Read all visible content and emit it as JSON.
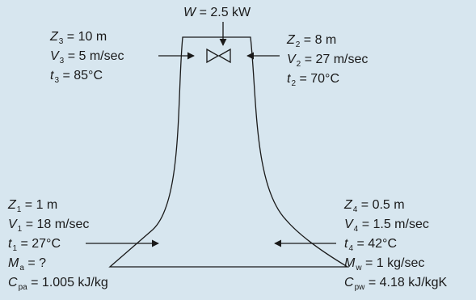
{
  "colors": {
    "background": "#d7e6ef",
    "ink": "#1a1a1a"
  },
  "work": {
    "symbol": "W",
    "value": "= 2.5 kW"
  },
  "stations": [
    {
      "position": "top-left",
      "lines": [
        {
          "symbol": "Z",
          "sub": "3",
          "value": "= 10 m"
        },
        {
          "symbol": "V",
          "sub": "3",
          "value": "= 5 m/sec"
        },
        {
          "symbol": "t",
          "sub": "3",
          "value": "= 85°C"
        }
      ]
    },
    {
      "position": "top-right",
      "lines": [
        {
          "symbol": "Z",
          "sub": "2",
          "value": "= 8 m"
        },
        {
          "symbol": "V",
          "sub": "2",
          "value": "= 27 m/sec"
        },
        {
          "symbol": "t",
          "sub": "2",
          "value": "= 70°C"
        }
      ]
    },
    {
      "position": "bottom-left",
      "lines": [
        {
          "symbol": "Z",
          "sub": "1",
          "value": "= 1 m"
        },
        {
          "symbol": "V",
          "sub": "1",
          "value": "= 18 m/sec"
        },
        {
          "symbol": "t",
          "sub": "1",
          "value": "= 27°C"
        },
        {
          "symbol": "M",
          "sub": "a",
          "value": "= ?"
        },
        {
          "symbol": "C",
          "sub": "pa",
          "value": "= 1.005 kJ/kg"
        }
      ]
    },
    {
      "position": "bottom-right",
      "lines": [
        {
          "symbol": "Z",
          "sub": "4",
          "value": "= 0.5 m"
        },
        {
          "symbol": "V",
          "sub": "4",
          "value": "= 1.5 m/sec"
        },
        {
          "symbol": "t",
          "sub": "4",
          "value": "= 42°C"
        },
        {
          "symbol": "M",
          "sub": "w",
          "value": "= 1 kg/sec"
        },
        {
          "symbol": "C",
          "sub": "pw",
          "value": "= 4.18 kJ/kgK"
        }
      ]
    }
  ]
}
